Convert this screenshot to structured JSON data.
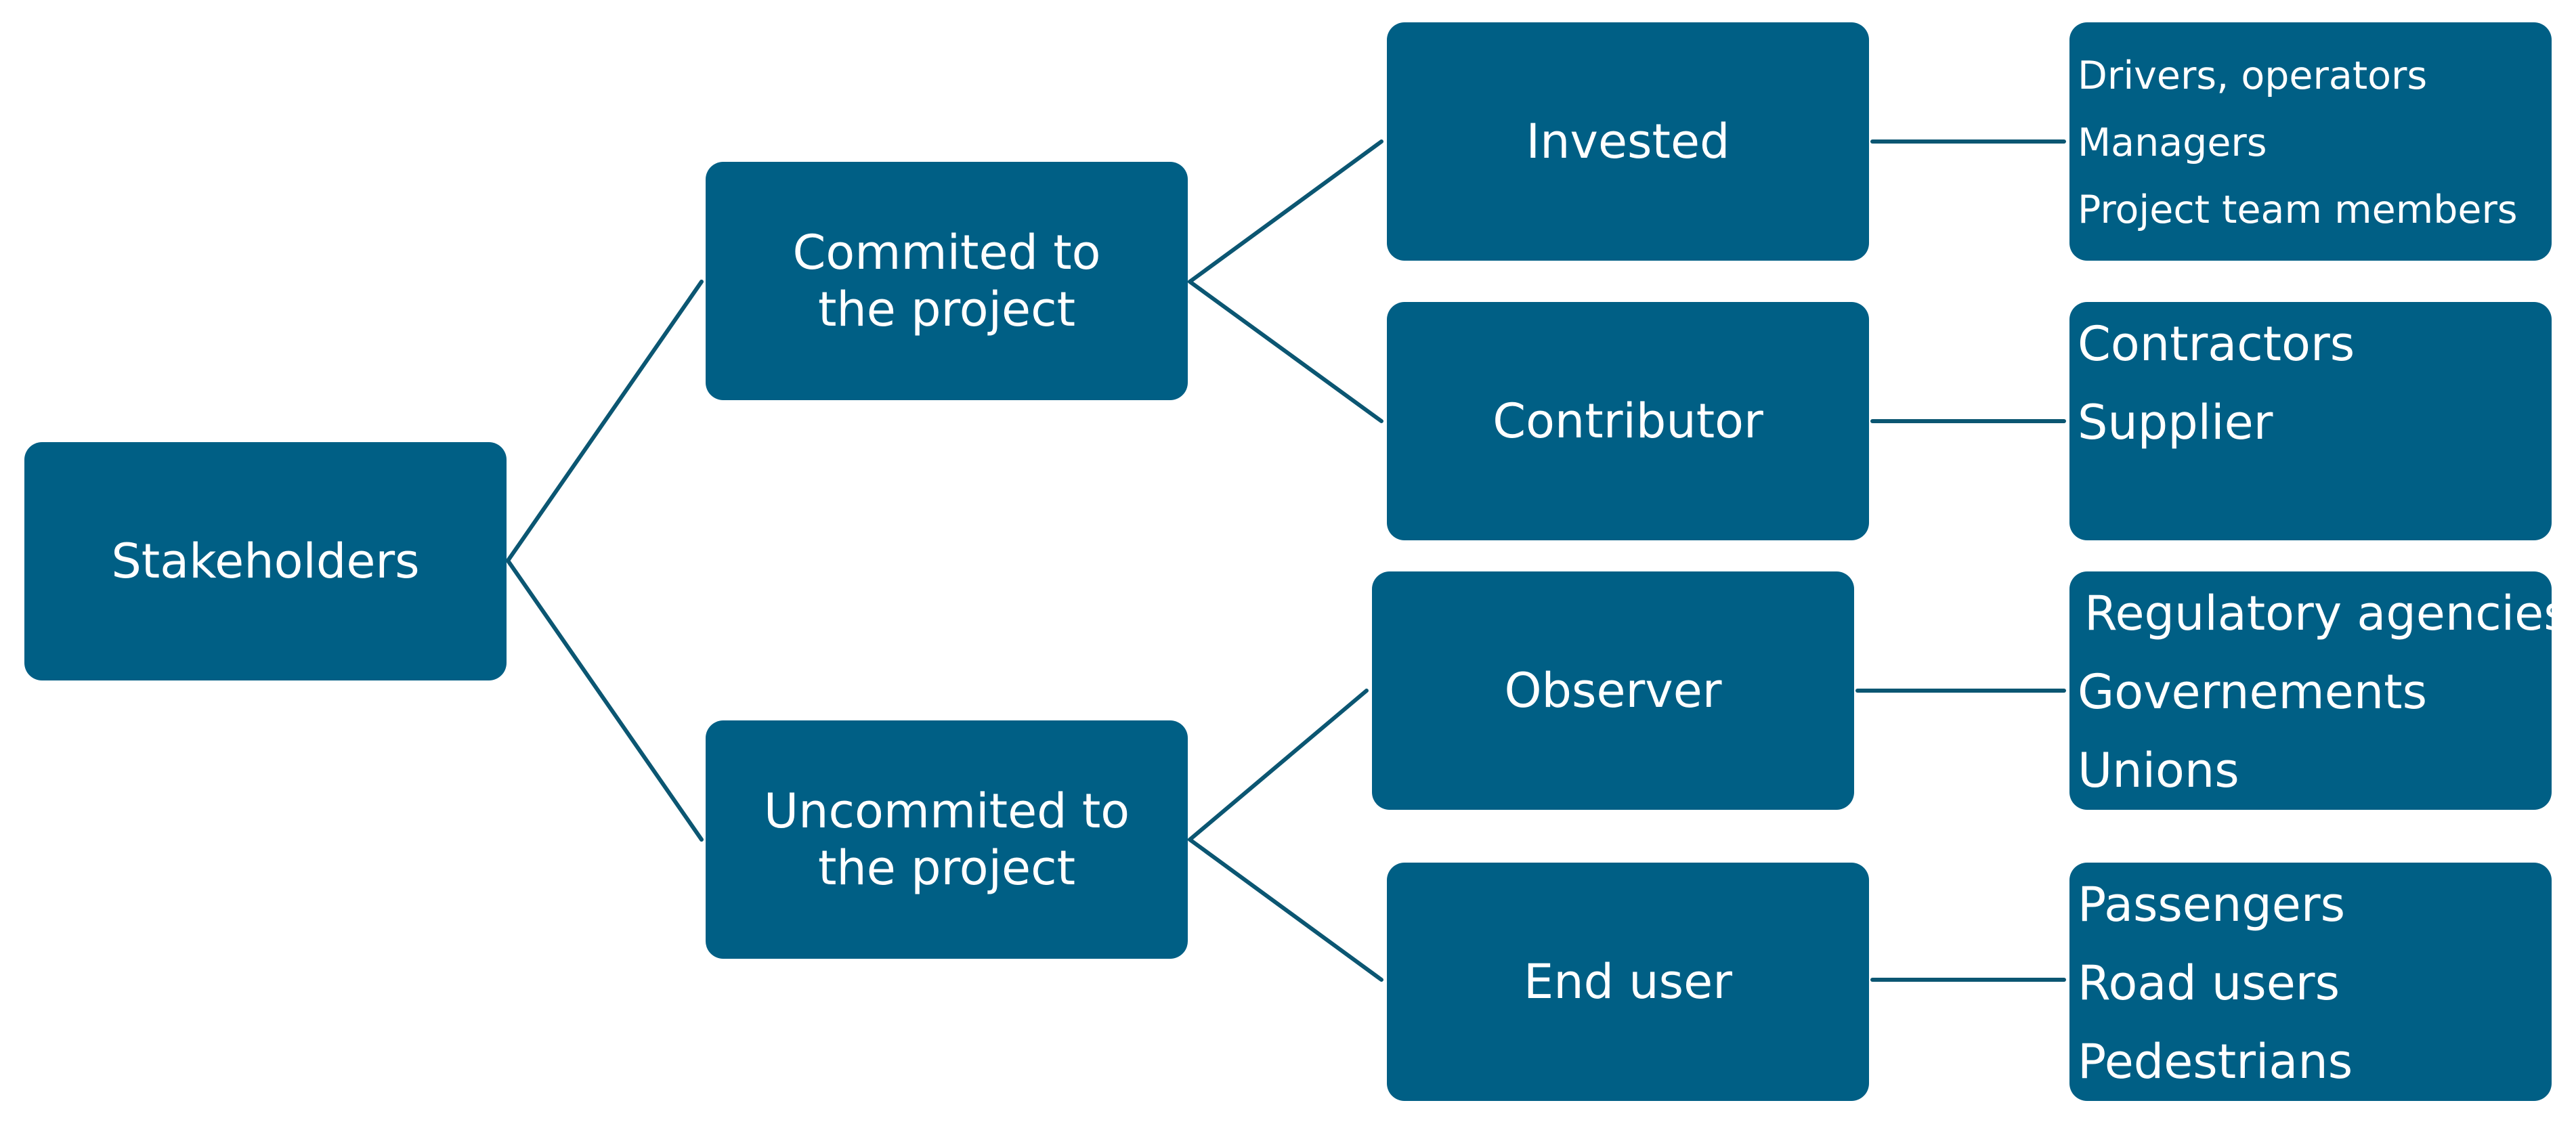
{
  "root": "Stakeholders",
  "categories": [
    {
      "label": "Commited to the project",
      "groups": [
        {
          "label": "Invested",
          "members": [
            "Drivers, operators",
            "Managers",
            "Project team members"
          ]
        },
        {
          "label": "Contributor",
          "members": [
            "Contractors",
            "Supplier"
          ]
        }
      ]
    },
    {
      "label": "Uncommited to the project",
      "groups": [
        {
          "label": "Observer",
          "members": [
            "Regulatory agencies",
            "Governements",
            "Unions"
          ]
        },
        {
          "label": "End user",
          "members": [
            "Passengers",
            "Road users",
            "Pedestrians"
          ]
        }
      ]
    }
  ],
  "colors": {
    "box_fill": "#005f85",
    "connector": "#0b5672",
    "text": "#ffffff"
  }
}
